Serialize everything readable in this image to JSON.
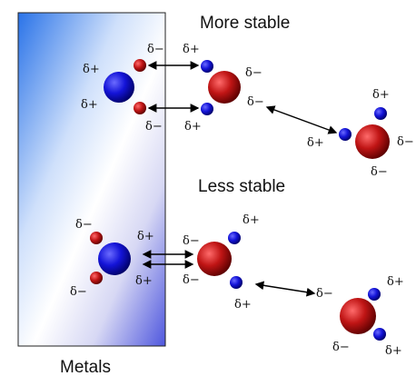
{
  "labels": {
    "more_stable": "More stable",
    "less_stable": "Less stable",
    "metals": "Metals"
  },
  "charges": {
    "pos": "δ+",
    "neg": "δ−"
  },
  "colors": {
    "metal_blue": "#2a73e8",
    "atom_blue": "#1010cc",
    "atom_red": "#b01818"
  }
}
